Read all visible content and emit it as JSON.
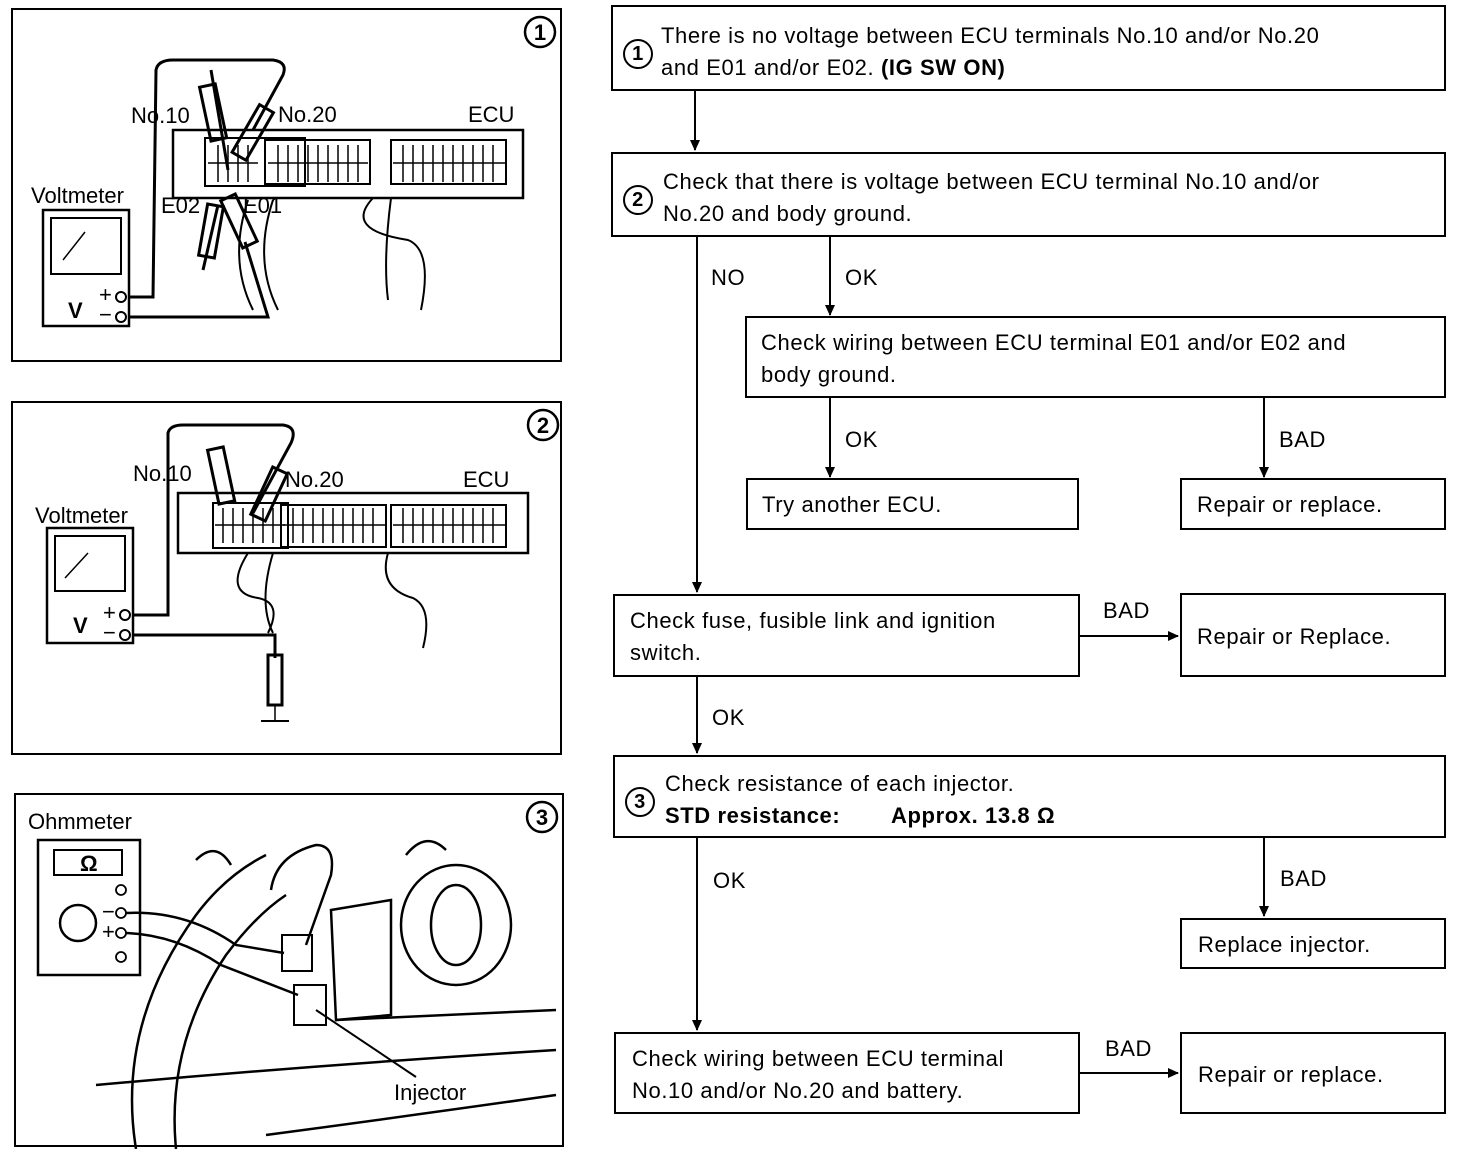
{
  "panels": [
    {
      "number": "1",
      "labels": {
        "no10": "No.10",
        "no20": "No.20",
        "ecu": "ECU",
        "meter": "Voltmeter",
        "e02": "E02",
        "e01": "E01",
        "v": "V",
        "plus": "+",
        "minus": "−"
      }
    },
    {
      "number": "2",
      "labels": {
        "no10": "No.10",
        "no20": "No.20",
        "ecu": "ECU",
        "meter": "Voltmeter",
        "v": "V",
        "plus": "+",
        "minus": "−"
      }
    },
    {
      "number": "3",
      "labels": {
        "meter": "Ohmmeter",
        "omega": "Ω",
        "injector": "Injector",
        "minus": "−",
        "plus": "+"
      }
    }
  ],
  "flow": {
    "step1": {
      "number": "1",
      "line1": "There is no voltage between ECU terminals No.10 and/or No.20",
      "line2a": "and E01 and/or E02. ",
      "line2b": "(IG SW ON)"
    },
    "step2": {
      "number": "2",
      "line1": "Check that there is voltage between ECU terminal No.10 and/or",
      "line2": "No.20 and body ground."
    },
    "wiring_ground": {
      "line1": "Check wiring between ECU terminal E01 and/or E02 and",
      "line2": "body ground."
    },
    "try_ecu": "Try another ECU.",
    "repair1": "Repair or replace.",
    "fuse": {
      "line1": "Check fuse, fusible link and ignition",
      "line2": "switch."
    },
    "repair2": "Repair or Replace.",
    "step3": {
      "number": "3",
      "line1": "Check resistance of each injector.",
      "line2a": "STD resistance:",
      "line2b": "Approx. 13.8 Ω"
    },
    "replace_injector": "Replace injector.",
    "wiring_battery": {
      "line1": "Check wiring between ECU terminal",
      "line2": "No.10 and/or No.20 and battery."
    },
    "repair3": "Repair or replace.",
    "labels": {
      "no": "NO",
      "ok1": "OK",
      "ok2": "OK",
      "bad1": "BAD",
      "bad2": "BAD",
      "ok3": "OK",
      "ok4": "OK",
      "bad3": "BAD",
      "bad4": "BAD"
    }
  }
}
